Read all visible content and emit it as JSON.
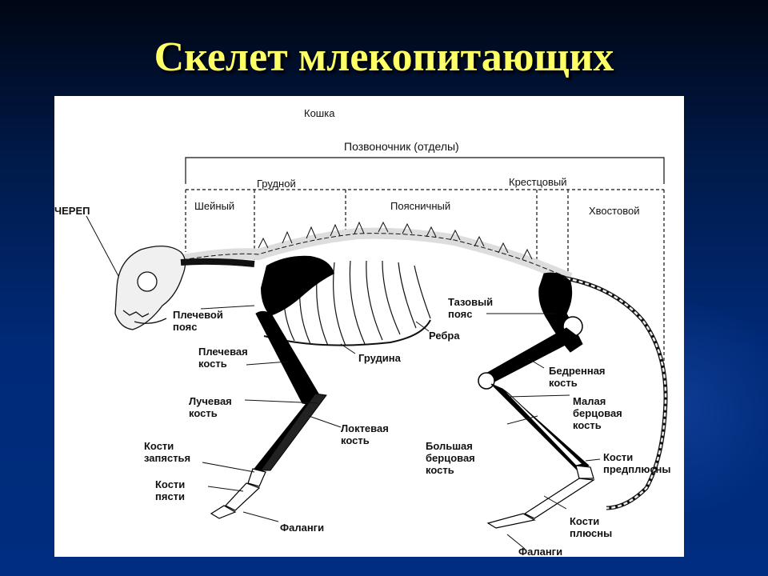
{
  "slide": {
    "title": "Скелет млекопитающих"
  },
  "diagram": {
    "animal": "Кошка",
    "spine_header": "Позвоночник (отделы)",
    "sections": {
      "cervical": "Шейный",
      "thoracic": "Грудной",
      "lumbar": "Поясничный",
      "sacral": "Крестцовый",
      "caudal": "Хвостовой"
    },
    "labels": {
      "skull": "ЧЕРЕП",
      "shoulder_girdle": [
        "Плечевой",
        "пояс"
      ],
      "humerus": [
        "Плечевая",
        "кость"
      ],
      "radius": [
        "Лучевая",
        "кость"
      ],
      "carpals": [
        "Кости",
        "запястья"
      ],
      "metacarpals": [
        "Кости",
        "пясти"
      ],
      "front_phalanges": "Фаланги",
      "ulna": [
        "Локтевая",
        "кость"
      ],
      "sternum": "Грудина",
      "ribs": "Ребра",
      "pelvic_girdle": [
        "Тазовый",
        "пояс"
      ],
      "femur": [
        "Бедренная",
        "кость"
      ],
      "fibula": [
        "Малая",
        "берцовая",
        "кость"
      ],
      "tibia": [
        "Большая",
        "берцовая",
        "кость"
      ],
      "tarsals": [
        "Кости",
        "предплюсны"
      ],
      "metatarsals": [
        "Кости",
        "плюсны"
      ],
      "hind_phalanges": "Фаланги"
    }
  }
}
